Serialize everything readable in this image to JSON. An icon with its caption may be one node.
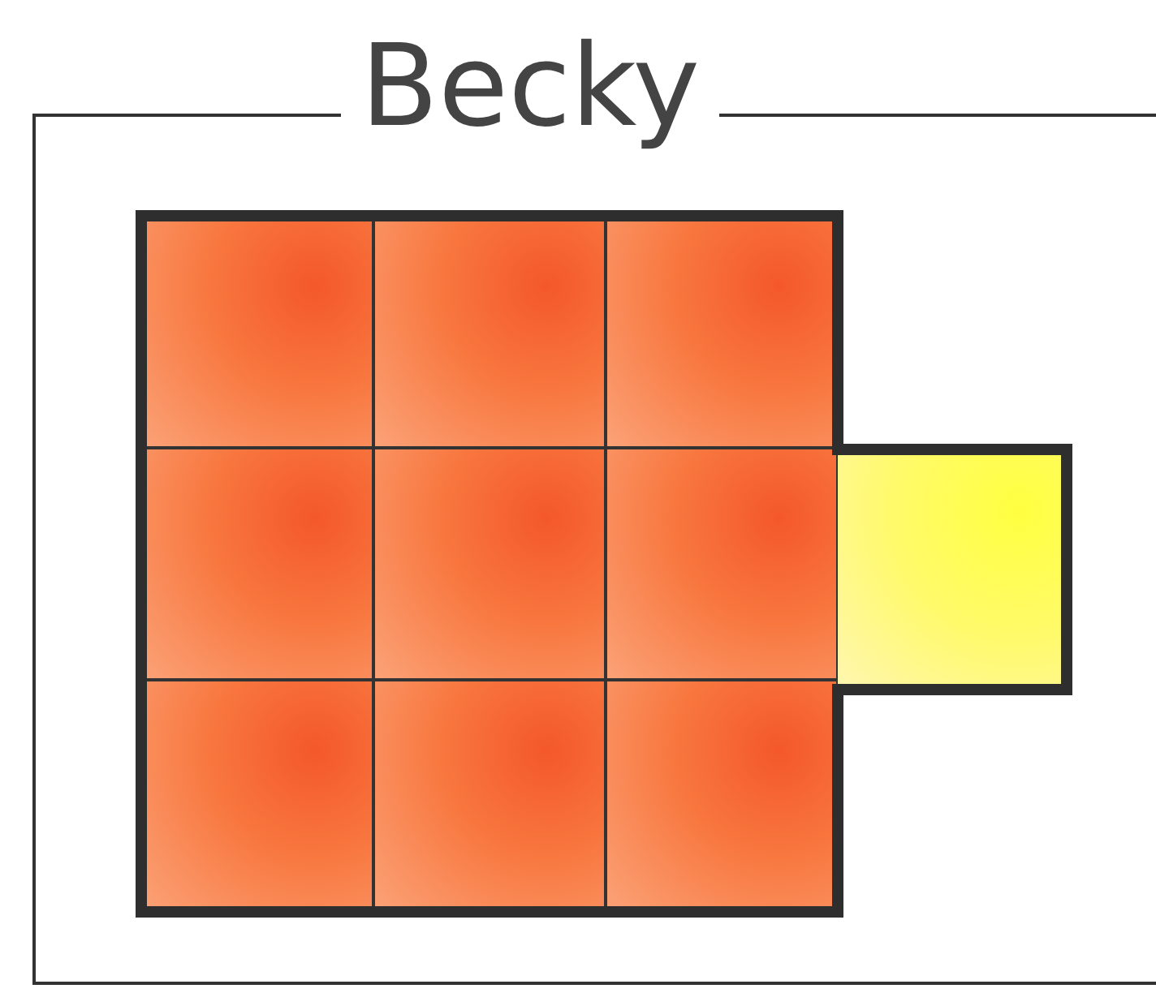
{
  "diagram": {
    "nodes": [
      {
        "text": [
          "Becky"
        ]
      },
      {
        "text": [],
        "shape": "box",
        "in": 0
      },
      {
        "text": [],
        "shape": "box",
        "in": 0
      },
      {
        "text": [],
        "shape": "box",
        "in": 0
      },
      {
        "text": [],
        "shape": "box",
        "in": 0
      },
      {
        "text": [],
        "shape": "box",
        "in": 0
      },
      {
        "text": [],
        "shape": "box",
        "in": 0
      },
      {
        "text": [],
        "shape": "box",
        "in": 0
      },
      {
        "text": [],
        "shape": "box",
        "in": 0
      },
      {
        "text": [],
        "shape": "box",
        "in": 0
      },
      {
        "text": [],
        "shape": "box",
        "in": 0
      }
    ]
  }
}
